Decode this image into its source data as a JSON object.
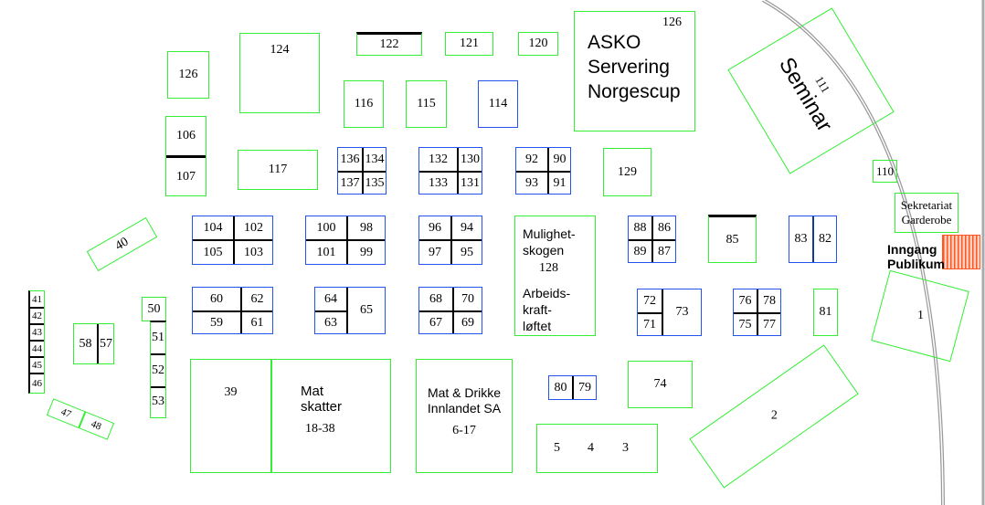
{
  "booths": {
    "b126a": "126",
    "b124": "124",
    "b122": "122",
    "b121": "121",
    "b120": "120",
    "asko": "ASKO Servering Norgescup",
    "asko_num": "126",
    "b116": "116",
    "b115": "115",
    "b114": "114",
    "b106": "106",
    "b107": "107",
    "b117": "117",
    "b136": "136",
    "b134": "134",
    "b137": "137",
    "b135": "135",
    "b132": "132",
    "b130": "130",
    "b133": "133",
    "b131": "131",
    "b92": "92",
    "b90": "90",
    "b93": "93",
    "b91": "91",
    "b129": "129",
    "seminar": "Seminar",
    "b111": "111",
    "b110": "110",
    "sekretariat": "Sekretariat",
    "garderobe": "Garderobe",
    "inngang": "Inngang",
    "publikum": "Publikum",
    "b104": "104",
    "b102": "102",
    "b105": "105",
    "b103": "103",
    "b100": "100",
    "b98": "98",
    "b101": "101",
    "b99": "99",
    "b96": "96",
    "b94": "94",
    "b97": "97",
    "b95": "95",
    "mulighet1": "Mulighet-",
    "mulighet2": "skogen",
    "b128": "128",
    "arbeid1": "Arbeids-",
    "arbeid2": "kraft-",
    "arbeid3": "løftet",
    "b88": "88",
    "b86": "86",
    "b89": "89",
    "b87": "87",
    "b85": "85",
    "b83": "83",
    "b82": "82",
    "b40": "40",
    "b41": "41",
    "b42": "42",
    "b43": "43",
    "b44": "44",
    "b45": "45",
    "b46": "46",
    "b58": "58",
    "b57": "57",
    "b50": "50",
    "b51": "51",
    "b52": "52",
    "b53": "53",
    "b60": "60",
    "b62": "62",
    "b59": "59",
    "b61": "61",
    "b64": "64",
    "b63": "63",
    "b65": "65",
    "b68": "68",
    "b70": "70",
    "b67": "67",
    "b69": "69",
    "b72": "72",
    "b71": "71",
    "b73": "73",
    "b76": "76",
    "b78": "78",
    "b75": "75",
    "b77": "77",
    "b81": "81",
    "b1": "1",
    "b39": "39",
    "mat1": "Mat",
    "mat2": "skatter",
    "mat_range": "18-38",
    "drikke1": "Mat & Drikke",
    "drikke2": "Innlandet SA",
    "drikke_range": "6-17",
    "b80": "80",
    "b79": "79",
    "b74": "74",
    "b5": "5",
    "b4": "4",
    "b3": "3",
    "b2": "2",
    "b47": "47",
    "b48": "48"
  },
  "colors": {
    "green": "#33ee33",
    "blue": "#2255ee",
    "entrance": "#ff5522"
  }
}
